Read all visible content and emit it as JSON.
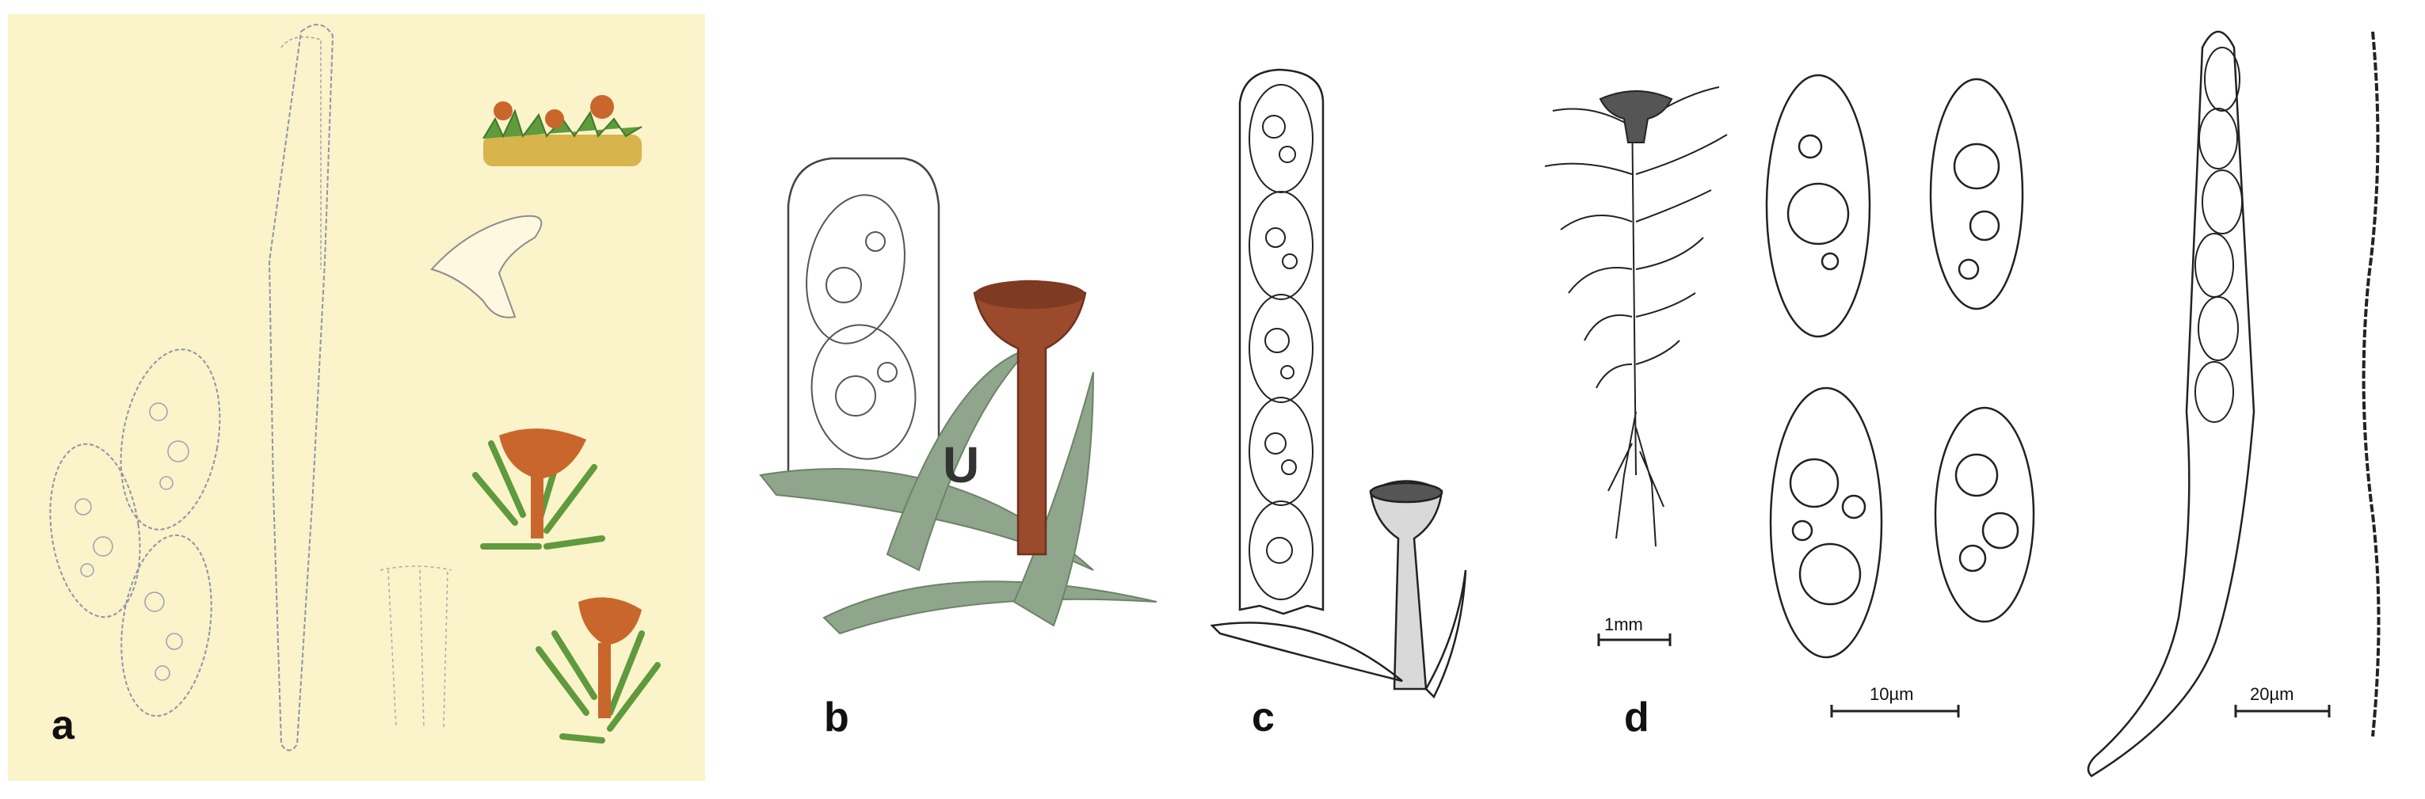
{
  "panels": [
    {
      "id": "a",
      "letter": "a"
    },
    {
      "id": "b",
      "letter": "b",
      "inset_label": "U"
    },
    {
      "id": "c",
      "letter": "c"
    },
    {
      "id": "d",
      "letter": "d",
      "scale_bars": [
        {
          "id": "habit",
          "label": "1mm"
        },
        {
          "id": "spores",
          "label": "10µm"
        },
        {
          "id": "ascus",
          "label": "20µm"
        }
      ]
    }
  ],
  "colors": {
    "panel_a_background": "#fbf3c9",
    "cup_orange": "#c9662c",
    "cup_brown": "#9b4a2c",
    "moss_green": "#5f9a3c",
    "leaf_grey_green": "#8fa58c",
    "ink": "#222222"
  }
}
